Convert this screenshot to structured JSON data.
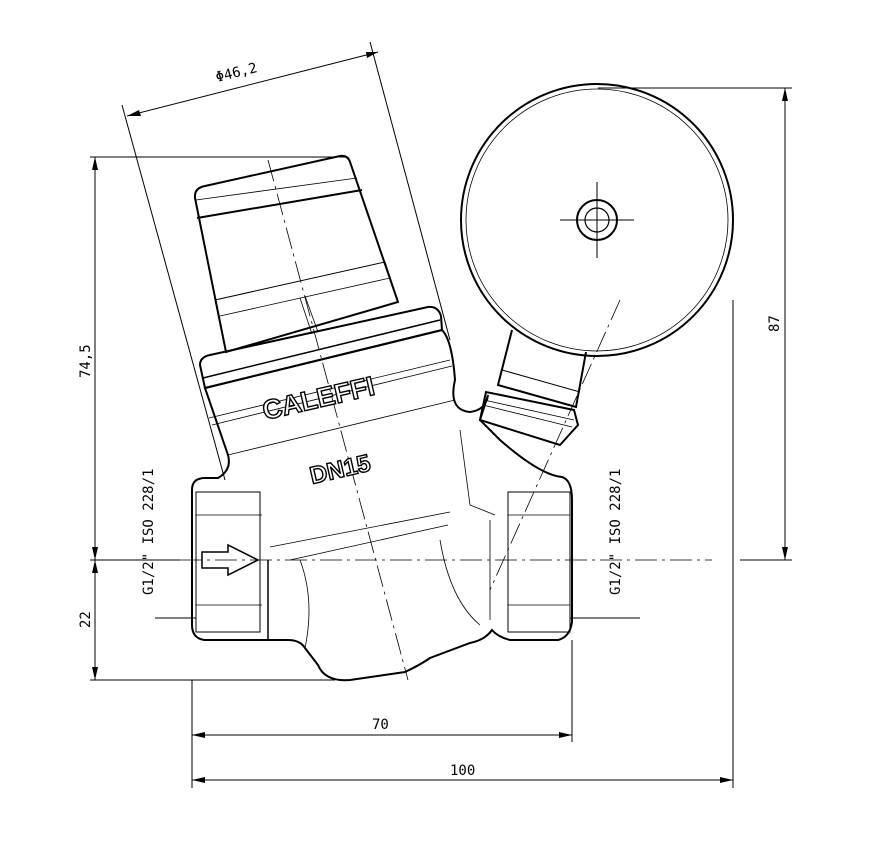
{
  "drawing": {
    "title": "Pressure reducing valve with gauge",
    "brand_mark": "CALEFFI",
    "size_mark": "DN15",
    "dimensions": {
      "diameter": "Φ46,2",
      "height_total": "74,5",
      "height_lower": "22",
      "width_body": "70",
      "width_total": "100",
      "height_gauge": "87"
    },
    "thread_left": "G1/2\" ISO 228/1",
    "thread_right": "G1/2\" ISO 228/1",
    "colors": {
      "line": "#000000",
      "background": "#ffffff"
    }
  }
}
